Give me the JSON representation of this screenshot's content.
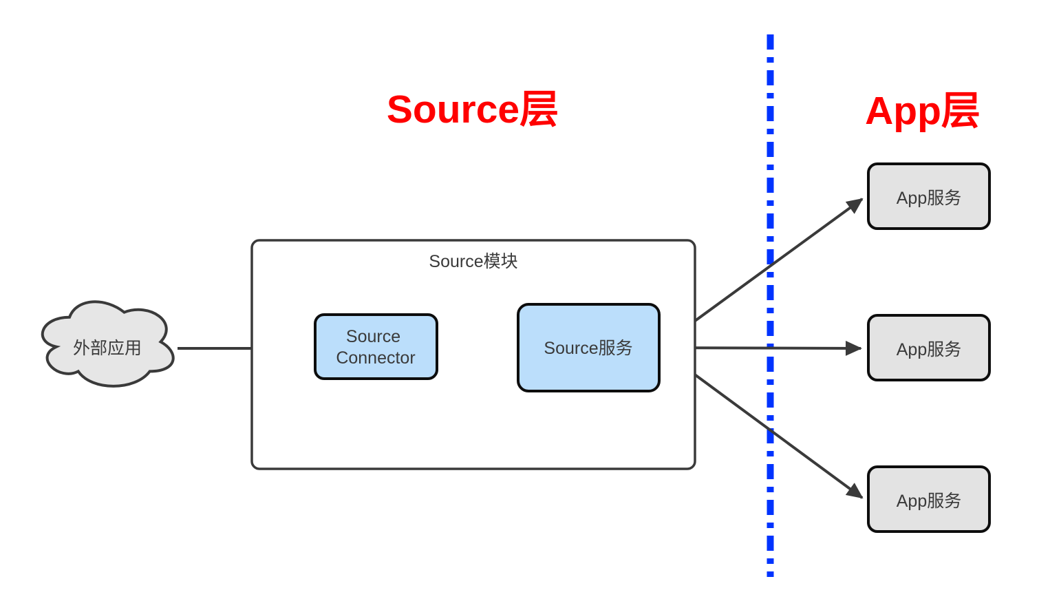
{
  "diagram": {
    "layer_titles": [
      {
        "label": "Source层"
      },
      {
        "label": "App层"
      }
    ],
    "cloud": {
      "label": "外部应用"
    },
    "source_module": {
      "label": "Source模块"
    },
    "source_connector": {
      "label_line1": "Source",
      "label_line2": "Connector"
    },
    "source_service": {
      "label": "Source服务"
    },
    "app_services": [
      {
        "label": "App服务"
      },
      {
        "label": "App服务"
      },
      {
        "label": "App服务"
      }
    ],
    "colors": {
      "title_red": "#ff0000",
      "module_box_fill": "#bbdefb",
      "app_box_fill": "#e3e3e3",
      "cloud_fill": "#e6e6e6",
      "divider_blue": "#0033ff",
      "line_dark": "#3a3a3a",
      "border_black": "#0d0d0d"
    }
  }
}
